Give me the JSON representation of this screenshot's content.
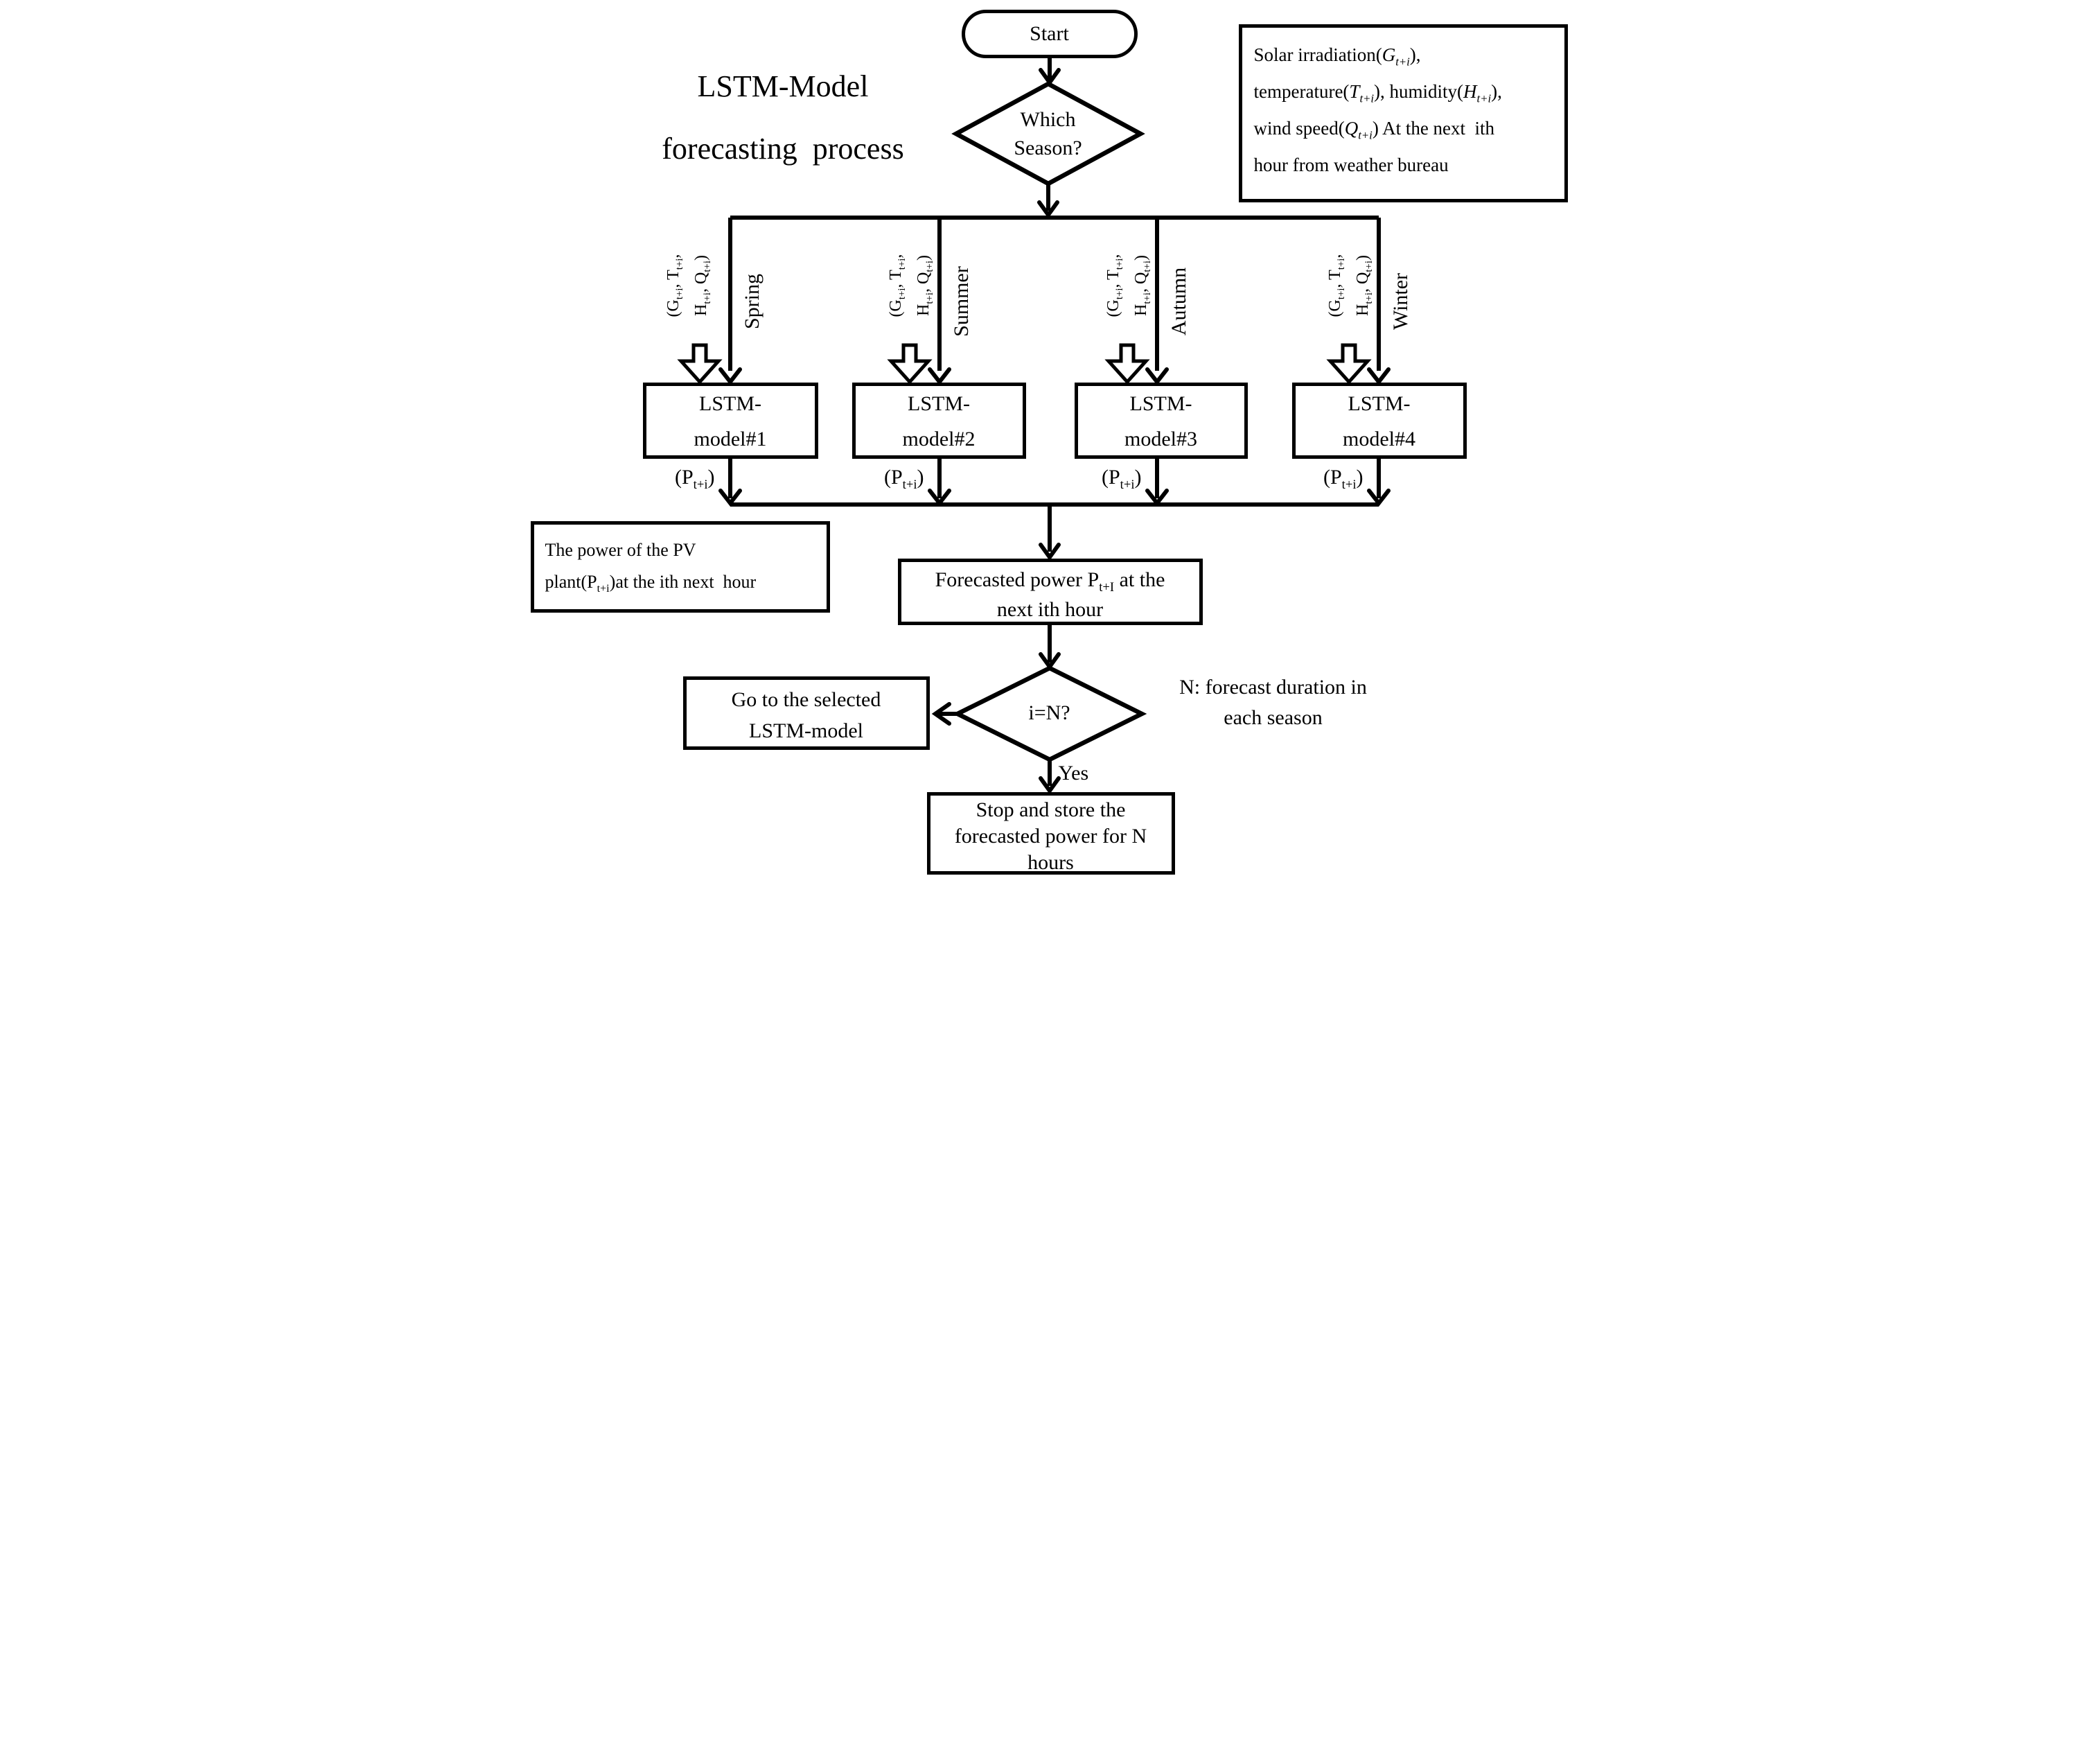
{
  "figure": {
    "title": "LSTM-Model\nforecasting  process"
  },
  "nodes": {
    "start": {
      "label": "Start"
    },
    "which_season": {
      "label": "Which\nSeason?"
    },
    "weather_inputs": {
      "text": "Solar irradiation(*G*_{*t+i*}),\ntemperature(*T*_{*t+i*}), humidity(*H*_{*t+i*}),\nwind speed(*Q*_{*t+i*}) At the next  ith\nhour from weather bureau"
    },
    "forecasted_power": {
      "text": "Forecasted power P_{t+I} at the\nnext ith hour"
    },
    "pv_power_note": {
      "text": "The power of the PV\nplant(P_{t+i})at the ith next  hour"
    },
    "i_equals_N": {
      "label": "i=N?"
    },
    "go_to_selected": {
      "text": "Go to the selected\nLSTM-model"
    },
    "stop_and_store": {
      "text": "Stop and store the\nforecasted power for N\nhours"
    },
    "n_definition": {
      "text": "N: forecast duration in\neach season"
    }
  },
  "branches": [
    {
      "season": "Spring",
      "inputs": "(G_{t+i}, T_{t+i},\nH_{t+i}, Q_{t+i})",
      "model": "LSTM-\nmodel#1",
      "output": "(P_{t+i})"
    },
    {
      "season": "Summer",
      "inputs": "(G_{t+i}, T_{t+i},\nH_{t+i}, Q_{t+i})",
      "model": "LSTM-\nmodel#2",
      "output": "(P_{t+i})"
    },
    {
      "season": "Autumn",
      "inputs": "(G_{t+i}, T_{t+i},\nH_{t+i}, Q_{t+i})",
      "model": "LSTM-\nmodel#3",
      "output": "(P_{t+i})"
    },
    {
      "season": "Winter",
      "inputs": "(G_{t+i}, T_{t+i},\nH_{t+i}, Q_{t+i})",
      "model": "LSTM-\nmodel#4",
      "output": "(P_{t+i})"
    }
  ],
  "edge_labels": {
    "yes": "Yes"
  },
  "colors": {
    "ink": "#000000",
    "paper": "#ffffff"
  }
}
